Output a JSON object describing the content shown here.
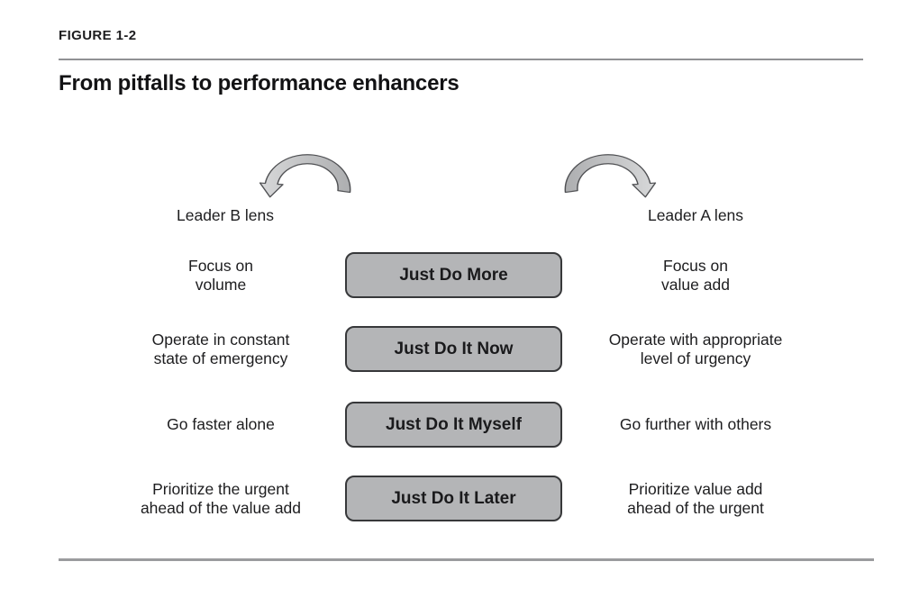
{
  "figure": {
    "label": "FIGURE 1-2",
    "title": "From pitfalls to performance enhancers"
  },
  "lenses": {
    "left": "Leader B lens",
    "right": "Leader A lens"
  },
  "icons": {
    "left_arrow": "curved-arrow-pointing-down-left",
    "right_arrow": "curved-arrow-pointing-down-right"
  },
  "rows": [
    {
      "pitfall": "Focus on\nvolume",
      "behavior": "Just Do More",
      "enhancer": "Focus on\nvalue add"
    },
    {
      "pitfall": "Operate in constant\nstate of emergency",
      "behavior": "Just Do It Now",
      "enhancer": "Operate with appropriate\nlevel of urgency"
    },
    {
      "pitfall": "Go faster alone",
      "behavior": "Just Do It Myself",
      "enhancer": "Go further with others"
    },
    {
      "pitfall": "Prioritize the urgent\nahead of the value add",
      "behavior": "Just Do It Later",
      "enhancer": "Prioritize value add\nahead of the urgent"
    }
  ],
  "colors": {
    "text": "#1d1d1f",
    "box-fill": "#b4b5b7",
    "box-border": "#37383a",
    "arrow-light": "#d7d8d9",
    "arrow-dark": "#adaeb0",
    "arrow-stroke": "#505154",
    "rule": "#909194"
  }
}
